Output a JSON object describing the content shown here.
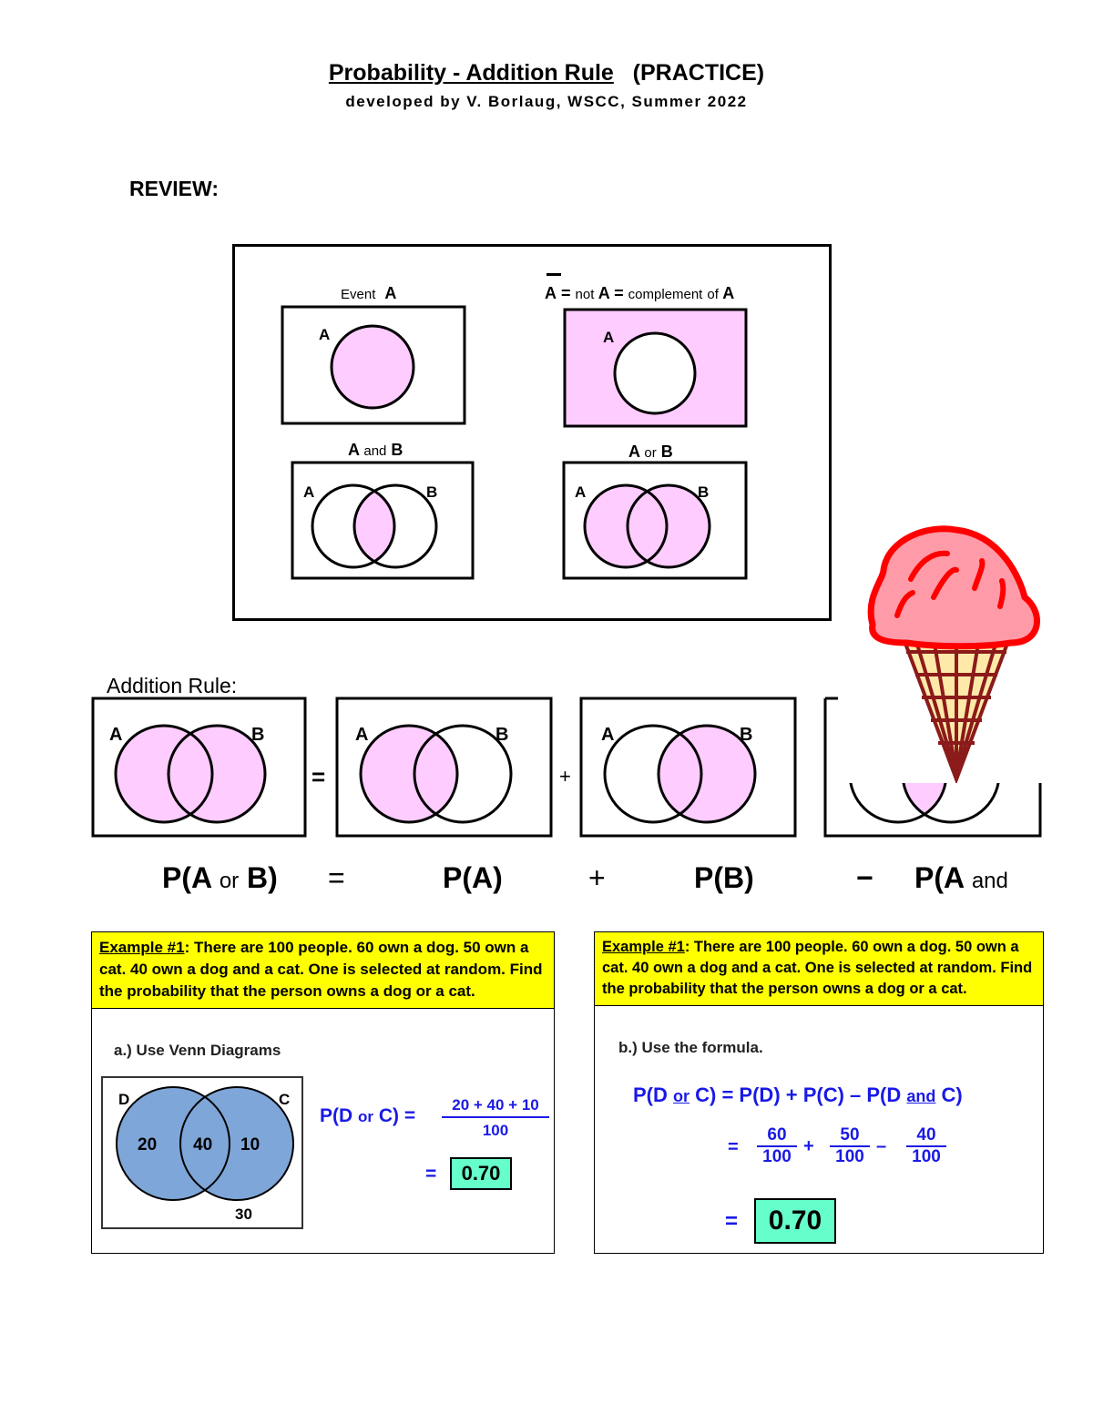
{
  "header": {
    "title": "Probability - Addition Rule",
    "title_tag": "(PRACTICE)",
    "subtitle": "developed by V. Borlaug, WSCC, Summer 2022"
  },
  "review": {
    "heading": "REVIEW:",
    "event_label_a": "Event",
    "event_label_b": "A",
    "complement_label": "A = not A = complement of A",
    "complement_parts": [
      "A",
      "=",
      "not",
      "A",
      "=",
      "complement",
      "of",
      "A"
    ],
    "and_label": [
      "A",
      "and",
      "B"
    ],
    "or_label": [
      "A",
      "or",
      "B"
    ],
    "set_a": "A",
    "set_b": "B"
  },
  "addition_rule": {
    "heading": "Addition Rule:",
    "ops": [
      "=",
      "+",
      "−"
    ],
    "formula": {
      "left": "P(A",
      "left_or": "or",
      "left_b": "B)",
      "eq": "=",
      "pa": "P(A)",
      "plus": "+",
      "pb": "P(B)",
      "minus": "−",
      "pand": "P(A",
      "and": "and"
    }
  },
  "example_left": {
    "label": "Example #1",
    "text": ": There are 100 people. 60 own a dog. 50 own a cat. 40 own a dog and a cat. One is selected at random. Find the probability that the person owns a dog or a cat.",
    "part": "a.) Use Venn Diagrams",
    "venn": {
      "d": "D",
      "c": "C",
      "only_d": "20",
      "both": "40",
      "only_c": "10",
      "neither": "30"
    },
    "expr": {
      "p": "P(D",
      "or": "or",
      "c": "C) =",
      "num": "20 + 40 + 10",
      "den": "100",
      "eq": "=",
      "answer": "0.70"
    }
  },
  "example_right": {
    "label": "Example #1",
    "text": ": There are 100 people. 60 own a dog. 50 own a cat. 40 own a dog and a cat. One is selected at random. Find the probability that the person owns a dog or a cat.",
    "part": "b.) Use the formula.",
    "formula": {
      "a": "P(D",
      "or": "or",
      "b": "C) = P(D) + P(C) – P(D",
      "and": "and",
      "c": "C)"
    },
    "fractions": {
      "eq": "=",
      "n1": "60",
      "d1": "100",
      "plus": "+",
      "n2": "50",
      "d2": "100",
      "minus": "–",
      "n3": "40",
      "d3": "100"
    },
    "final_eq": "=",
    "answer": "0.70"
  },
  "colors": {
    "pink": "#ffccff",
    "yellow": "#ffff00",
    "blue": "#1a1ae6",
    "venn_blue": "#7fa6d8",
    "answer": "#66ffcc"
  },
  "icons": [
    "ice-cream-cone-icon"
  ]
}
